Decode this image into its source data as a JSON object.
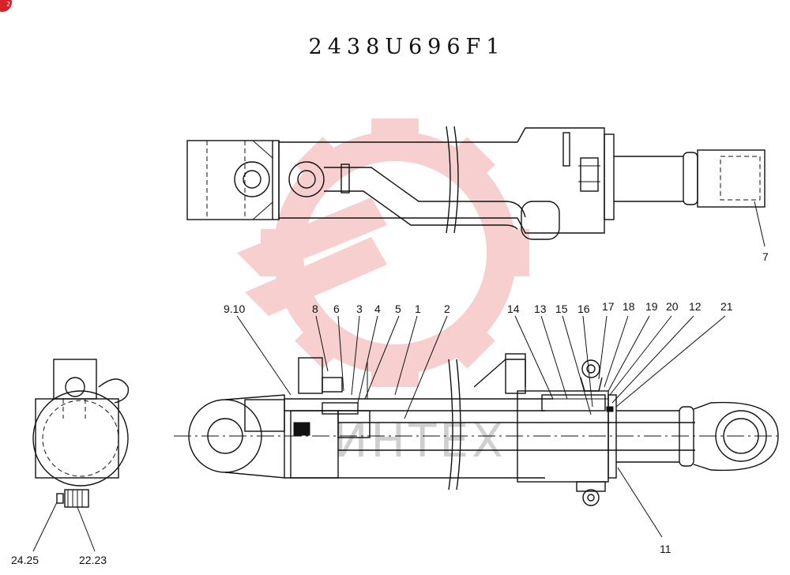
{
  "document": {
    "part_number": "2438U696F1",
    "corner_badge": "2",
    "watermark_text": "ИНТЕХ",
    "watermark_color": "#f2a0a0"
  },
  "callouts": {
    "c7": "7",
    "c9_10": "9.10",
    "c8": "8",
    "c6": "6",
    "c3": "3",
    "c4": "4",
    "c5": "5",
    "c1": "1",
    "c2": "2",
    "c14": "14",
    "c13": "13",
    "c15": "15",
    "c16": "16",
    "c17": "17",
    "c18": "18",
    "c19": "19",
    "c20": "20",
    "c12": "12",
    "c21": "21",
    "c11": "11",
    "c24_25": "24.25",
    "c22_23": "22.23"
  }
}
